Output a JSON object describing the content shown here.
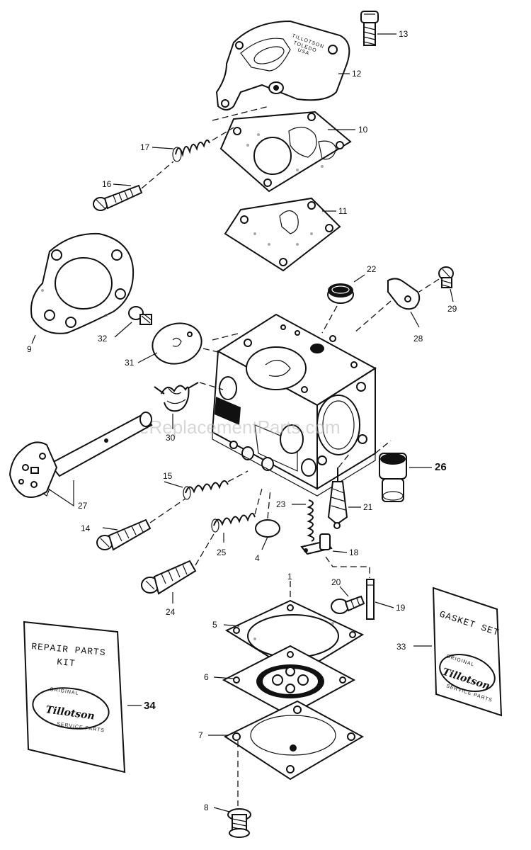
{
  "watermark": "eReplacementParts.com",
  "callouts": {
    "c1": "1",
    "c4": "4",
    "c5": "5",
    "c6": "6",
    "c7": "7",
    "c8": "8",
    "c9": "9",
    "c10": "10",
    "c11": "11",
    "c12": "12",
    "c13": "13",
    "c14": "14",
    "c15": "15",
    "c16": "16",
    "c17": "17",
    "c18": "18",
    "c19": "19",
    "c20": "20",
    "c21": "21",
    "c22": "22",
    "c23": "23",
    "c24": "24",
    "c25": "25",
    "c26": "26",
    "c27": "27",
    "c28": "28",
    "c29": "29",
    "c30": "30",
    "c31": "31",
    "c32": "32",
    "c33": "33",
    "c34": "34"
  },
  "repair_kit": {
    "line1": "REPAIR PARTS",
    "line2": "KIT"
  },
  "gasket_set": {
    "line1": "GASKET SET"
  },
  "seal": {
    "brand": "Tillotson",
    "top": "ORIGINAL",
    "bottom": "SERVICE PARTS"
  },
  "cover_stamp": {
    "line1": "TILLOTSON",
    "line2": "TOLEDO",
    "line3": "USA"
  },
  "colors": {
    "ink": "#111111",
    "paper": "#ffffff",
    "watermark": "#b8b8b8"
  }
}
